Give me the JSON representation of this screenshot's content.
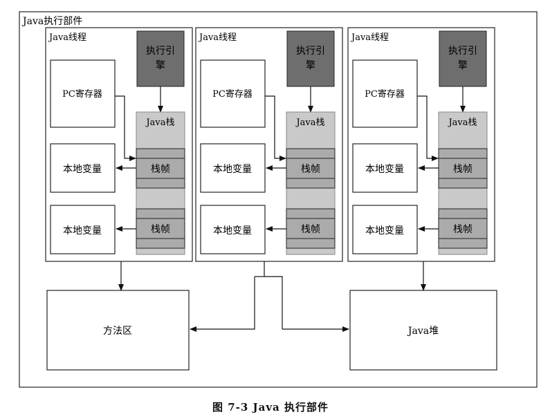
{
  "outer_title": "Java执行部件",
  "threads": [
    {
      "title": "Java线程",
      "engine": [
        "执行引",
        "擎"
      ],
      "pc_register": "PC寄存器",
      "stack_title": "Java栈",
      "frames": [
        "栈帧",
        "栈帧"
      ],
      "local_vars": [
        "本地变量",
        "本地变量"
      ]
    },
    {
      "title": "Java线程",
      "engine": [
        "执行引",
        "擎"
      ],
      "pc_register": "PC寄存器",
      "stack_title": "Java栈",
      "frames": [
        "栈帧",
        "栈帧"
      ],
      "local_vars": [
        "本地变量",
        "本地变量"
      ]
    },
    {
      "title": "Java线程",
      "engine": [
        "执行引",
        "擎"
      ],
      "pc_register": "PC寄存器",
      "stack_title": "Java栈",
      "frames": [
        "栈帧",
        "栈帧"
      ],
      "local_vars": [
        "本地变量",
        "本地变量"
      ]
    }
  ],
  "method_area": "方法区",
  "java_heap": "Java堆",
  "caption": "图 7-3   Java 执行部件"
}
